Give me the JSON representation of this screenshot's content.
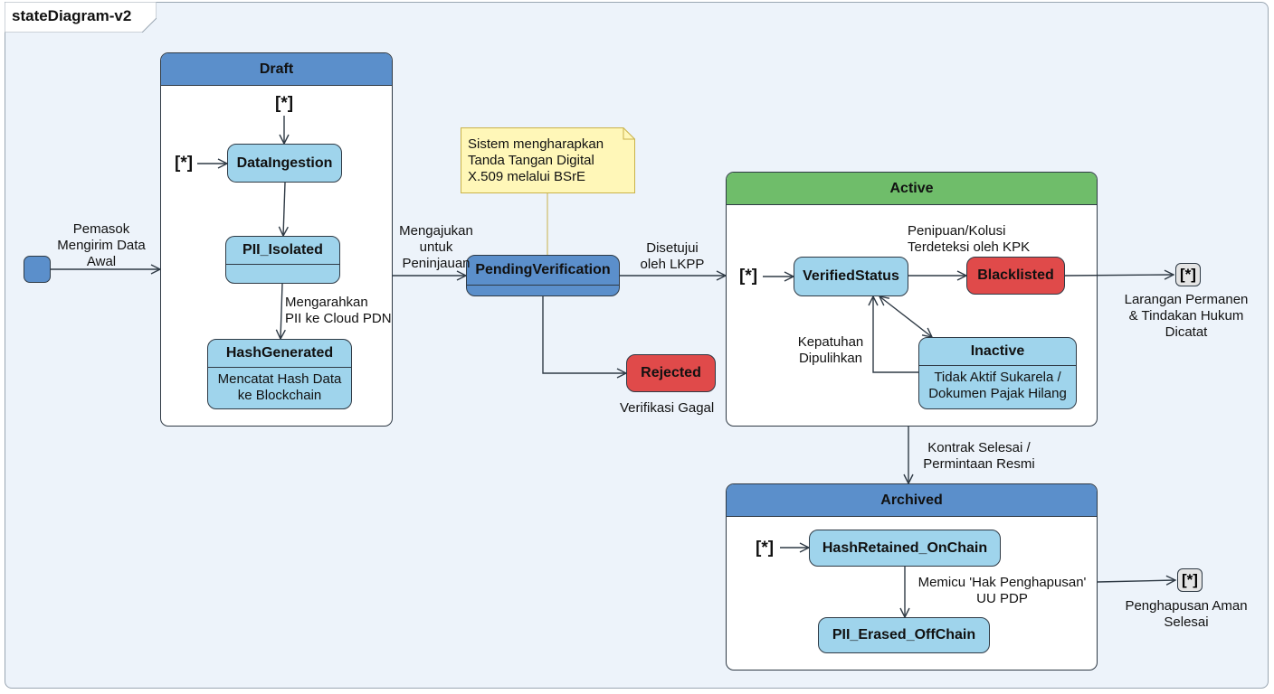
{
  "diagram": {
    "title": "stateDiagram-v2",
    "composites": {
      "draft": "Draft",
      "active": "Active",
      "archived": "Archived"
    },
    "states": {
      "data_ingestion": "DataIngestion",
      "pii_isolated": "PII_Isolated",
      "hash_generated": {
        "title": "HashGenerated",
        "body": "Mencatat Hash Data\nke Blockchain"
      },
      "pending_verification": "PendingVerification",
      "rejected": "Rejected",
      "verified_status": "VerifiedStatus",
      "blacklisted": "Blacklisted",
      "inactive": {
        "title": "Inactive",
        "body": "Tidak Aktif Sukarela /\nDokumen Pajak Hilang"
      },
      "hash_retained": "HashRetained_OnChain",
      "pii_erased": "PII_Erased_OffChain"
    },
    "pseudo_states": {
      "star": "[*]"
    },
    "note": "Sistem mengharapkan\nTanda Tangan Digital\nX.509 melalui BSrE",
    "transition_labels": {
      "supplier_submit": "Pemasok\nMengirim Data\nAwal",
      "route_pii": "Mengarahkan\nPII ke Cloud PDN",
      "submit_review": "Mengajukan\nuntuk\nPeninjauan",
      "approved": "Disetujui\noleh LKPP",
      "verification_failed": "Verifikasi Gagal",
      "fraud_detected": "Penipuan/Kolusi\nTerdeteksi oleh KPK",
      "permanent_ban": "Larangan Permanen\n& Tindakan Hukum\nDicatat",
      "compliance_restored": "Kepatuhan\nDipulihkan",
      "contract_end": "Kontrak Selesai /\nPermintaan Resmi",
      "erasure_trigger": "Memicu 'Hak Penghapusan'\nUU PDP",
      "secure_erasure_done": "Penghapusan Aman\nSelesai"
    },
    "colors": {
      "state_fill": "#9fd4ec",
      "header_blue": "#5b8fcb",
      "header_green": "#6fbd6a",
      "error_red": "#e04a4a",
      "note_fill": "#fff7b8"
    }
  }
}
